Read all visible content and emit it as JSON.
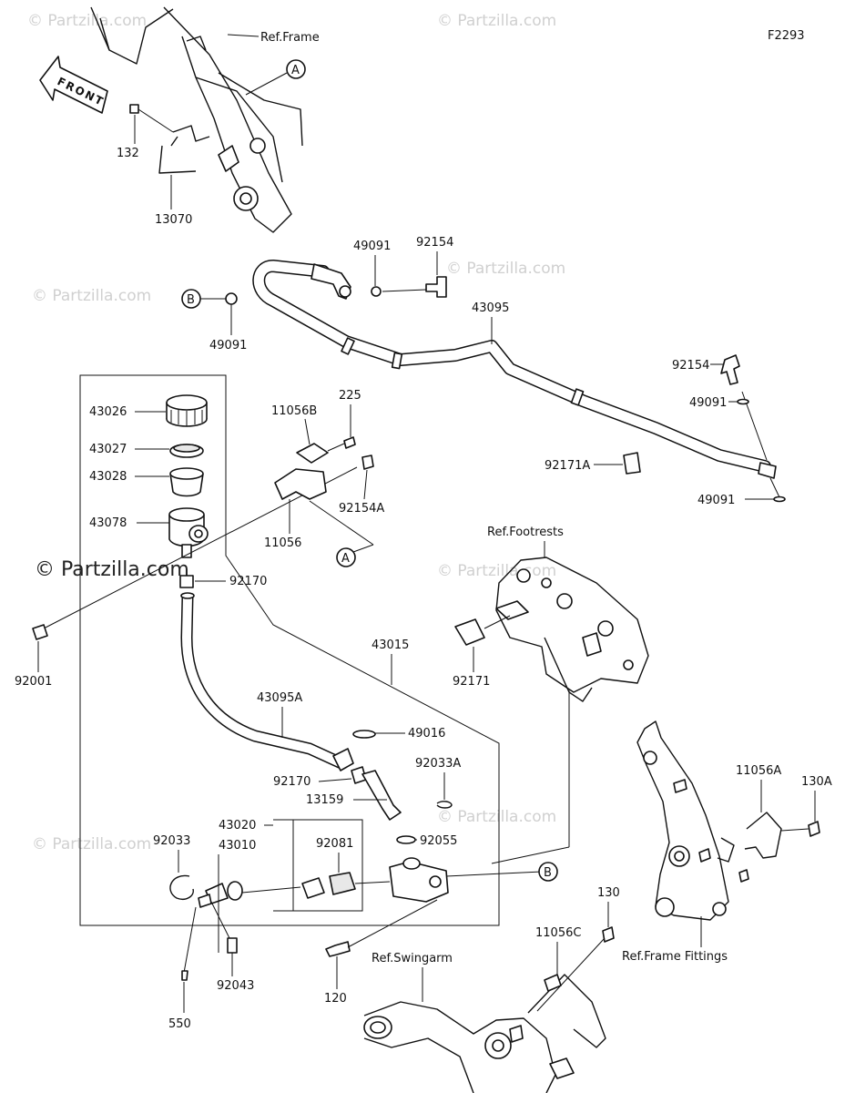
{
  "figure_code": "F2293",
  "front_label": "FRONT",
  "watermark": "© Partzilla.com",
  "watermark_main": "© Partzilla.com",
  "refs": {
    "frame": "Ref.Frame",
    "footrests": "Ref.Footrests",
    "swingarm": "Ref.Swingarm",
    "frame_fittings": "Ref.Frame Fittings"
  },
  "callouts": {
    "a1": "A",
    "a2": "A",
    "b1": "B",
    "b2": "B"
  },
  "parts": {
    "p132": "132",
    "p13070": "13070",
    "p49091a": "49091",
    "p92154a": "92154",
    "p49091b": "49091",
    "p43095": "43095",
    "p92154b": "92154",
    "p49091c": "49091",
    "p92171A": "92171A",
    "p49091d": "49091",
    "p43026": "43026",
    "p43027": "43027",
    "p43028": "43028",
    "p43078": "43078",
    "p11056B": "11056B",
    "p225": "225",
    "p92154A": "92154A",
    "p11056": "11056",
    "p92170a": "92170",
    "p92001": "92001",
    "p43015": "43015",
    "p92171": "92171",
    "p43095A": "43095A",
    "p49016": "49016",
    "p92033A": "92033A",
    "p92170b": "92170",
    "p13159": "13159",
    "p43020": "43020",
    "p92033": "92033",
    "p43010": "43010",
    "p92081": "92081",
    "p92055": "92055",
    "p120": "120",
    "p92043": "92043",
    "p550": "550",
    "p130": "130",
    "p11056C": "11056C",
    "p11056A": "11056A",
    "p130A": "130A"
  }
}
